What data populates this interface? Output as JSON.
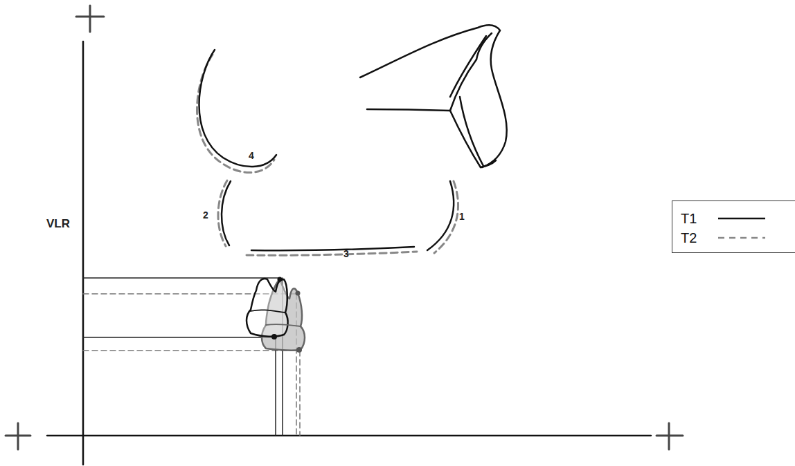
{
  "diagram": {
    "labels": [
      "VLR",
      "4",
      "2",
      "1",
      "3"
    ],
    "legend": [
      {
        "text": "T1"
      },
      {
        "text": "T2"
      }
    ]
  }
}
